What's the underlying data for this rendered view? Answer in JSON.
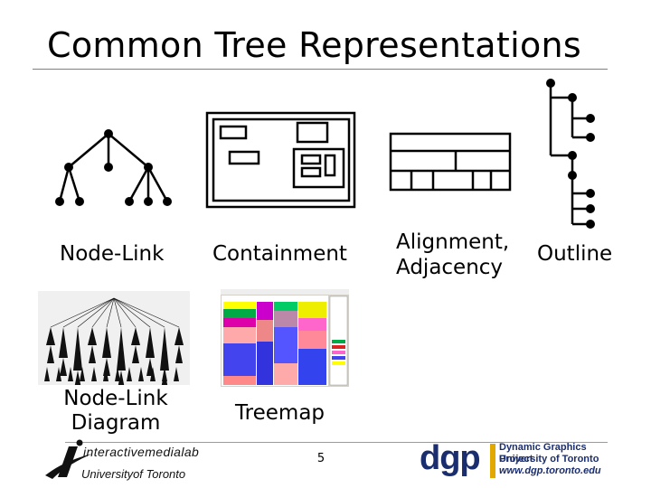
{
  "slide": {
    "title": "Common Tree Representations",
    "page_number": "5"
  },
  "representations": {
    "node_link": "Node-Link",
    "containment": "Containment",
    "alignment_line1": "Alignment,",
    "alignment_line2": "Adjacency",
    "outline": "Outline",
    "node_link_diagram_line1": "Node-Link",
    "node_link_diagram_line2": "Diagram",
    "treemap": "Treemap"
  },
  "footer": {
    "left_logo_text": "interactivemedialab",
    "left_logo_university": "Universityof Toronto",
    "right_logo_mark": "dgp",
    "right_line1": "Dynamic Graphics Project",
    "right_line2": "University of Toronto",
    "right_line3": "www.dgp.toronto.edu"
  },
  "colors": {
    "rule": "#7f7f7f",
    "dgp_blue": "#1a2d6e",
    "dgp_gold": "#e0a800"
  }
}
